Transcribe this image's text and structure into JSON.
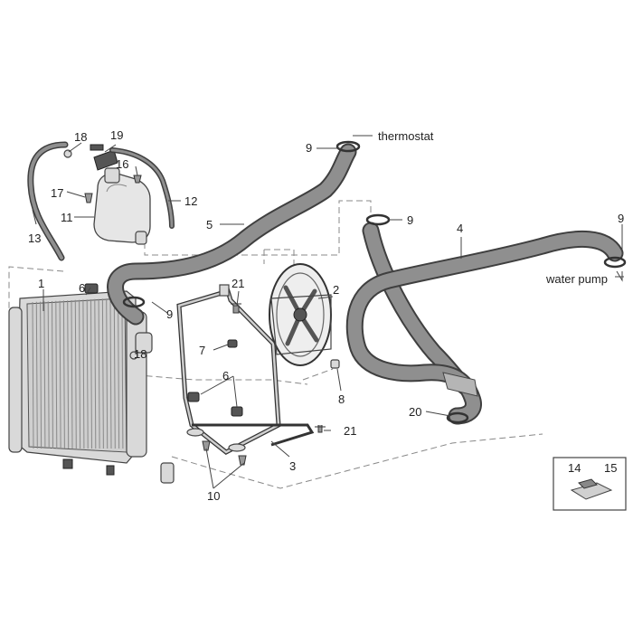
{
  "labels": {
    "p1": "1",
    "p2": "2",
    "p3": "3",
    "p4": "4",
    "p5": "5",
    "p6a": "6",
    "p6b": "6",
    "p7": "7",
    "p8": "8",
    "p9a": "9",
    "p9b": "9",
    "p9c": "9",
    "p9d": "9",
    "p10": "10",
    "p11": "11",
    "p12": "12",
    "p13": "13",
    "p14": "14",
    "p15": "15",
    "p16": "16",
    "p17": "17",
    "p18a": "18",
    "p18b": "18",
    "p19": "19",
    "p20": "20",
    "p21a": "21",
    "p21b": "21"
  },
  "callouts": {
    "thermostat": "thermostat",
    "water_pump": "water pump"
  },
  "colors": {
    "hose": "#8f8f8f",
    "hose_outline": "#3f3f3f",
    "metal": "#d9d9d9"
  }
}
